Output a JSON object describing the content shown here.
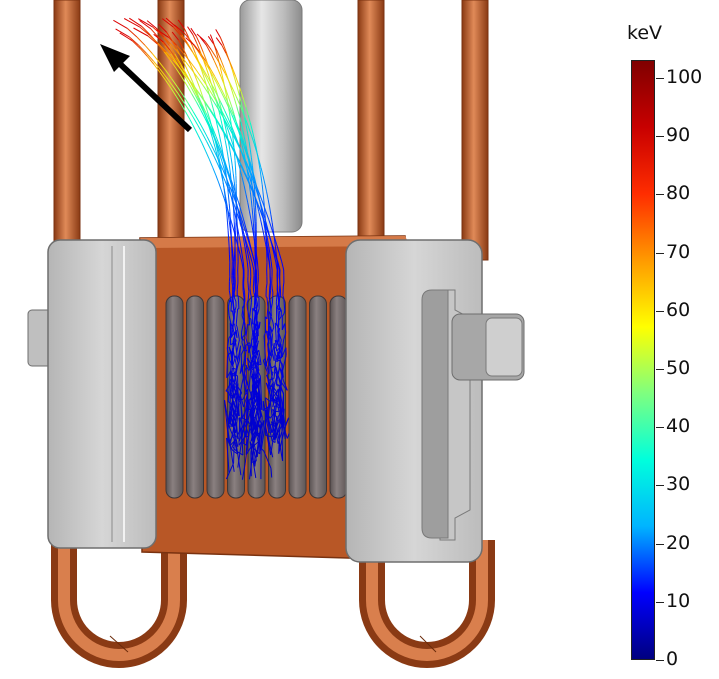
{
  "colorbar": {
    "unit": "keV",
    "ticks": [
      "100",
      "90",
      "80",
      "70",
      "60",
      "50",
      "40",
      "30",
      "20",
      "10",
      "0"
    ],
    "colors": [
      "#00007f",
      "#0000ff",
      "#00b4ff",
      "#00ffdc",
      "#7fff7f",
      "#ffff00",
      "#ff9a00",
      "#ff2d00",
      "#c80000",
      "#800000"
    ]
  },
  "scene": {
    "pipe_color": "#c86a3a",
    "block_color": "#b85726",
    "housing_color": "#cccccc",
    "arrow_color": "#000000"
  }
}
